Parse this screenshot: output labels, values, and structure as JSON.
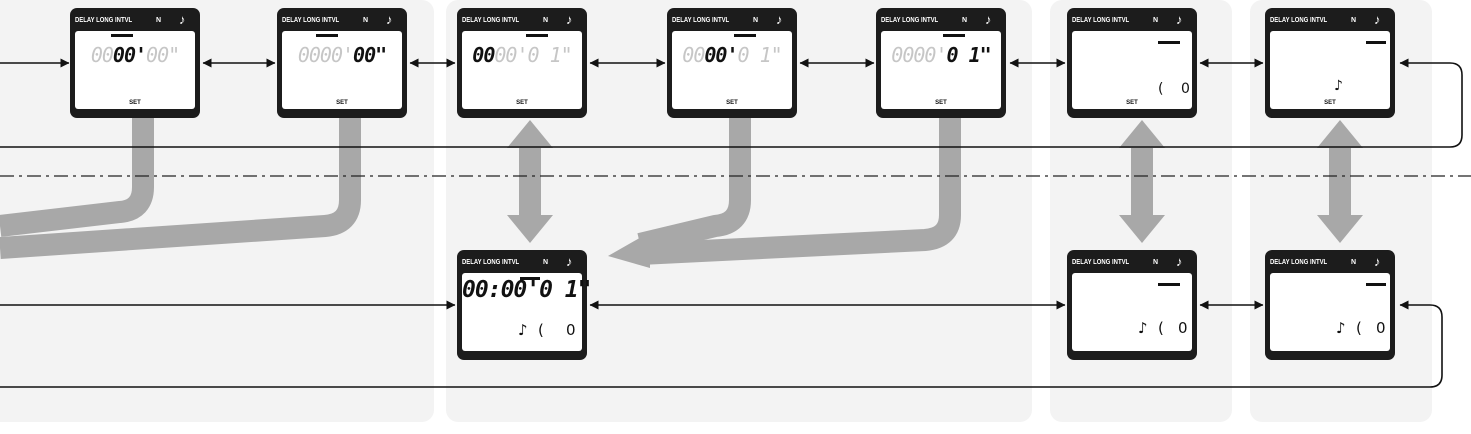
{
  "header": {
    "delay_long_intvl": "DELAY LONG INTVL",
    "n": "N",
    "note": "♪"
  },
  "labels": {
    "set": "SET"
  },
  "screens": [
    {
      "a": "00",
      "b": "00'",
      "c": "00\""
    },
    {
      "a": "00",
      "b": "00'",
      "c": "00\""
    },
    {
      "a": "00",
      "b": "00'",
      "c": "0 1\""
    },
    {
      "a": "00",
      "b": "00'",
      "c": "0 1\""
    },
    {
      "a": "00",
      "b": "00'",
      "c": "0 1\""
    }
  ],
  "bottom_screen": {
    "a": "00",
    "sep": ":",
    "b": "00'",
    "c": "0 1\""
  },
  "icons": {
    "open_bracket": "(",
    "close_bracket": "0",
    "note": "♪"
  }
}
